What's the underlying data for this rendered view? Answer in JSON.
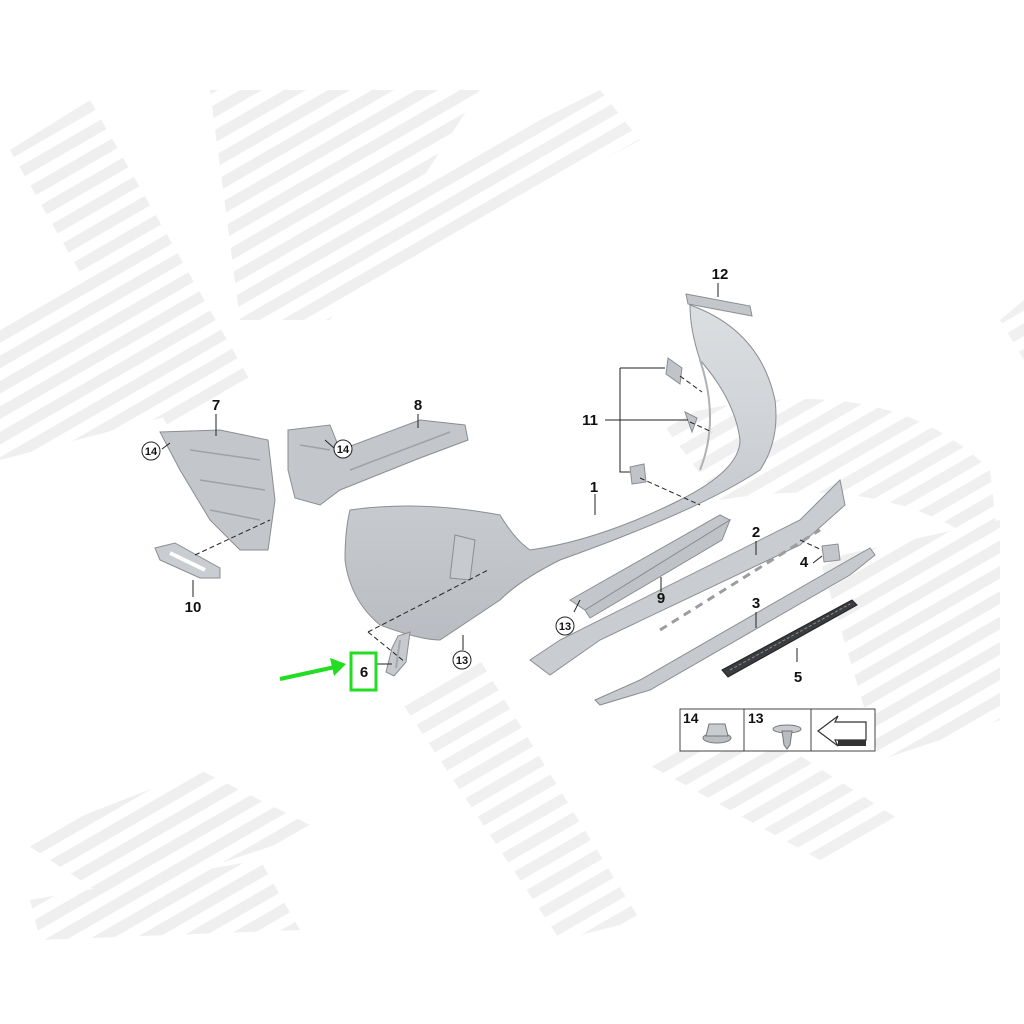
{
  "diagram": {
    "callouts": {
      "c1": "1",
      "c2": "2",
      "c3": "3",
      "c4": "4",
      "c5": "5",
      "c6": "6",
      "c7": "7",
      "c8": "8",
      "c9": "9",
      "c10": "10",
      "c11": "11",
      "c12": "12",
      "c13a": "13",
      "c13b": "13",
      "c14a": "14",
      "c14b": "14"
    },
    "legend": {
      "nut_label": "14",
      "clip_label": "13"
    },
    "highlight": {
      "part": "6",
      "color": "#22dd22",
      "arrow_color": "#22dd22"
    },
    "colors": {
      "part_fill": "#cfd2d6",
      "part_shade": "#b4b8bd",
      "watermark": "#ececec"
    }
  }
}
